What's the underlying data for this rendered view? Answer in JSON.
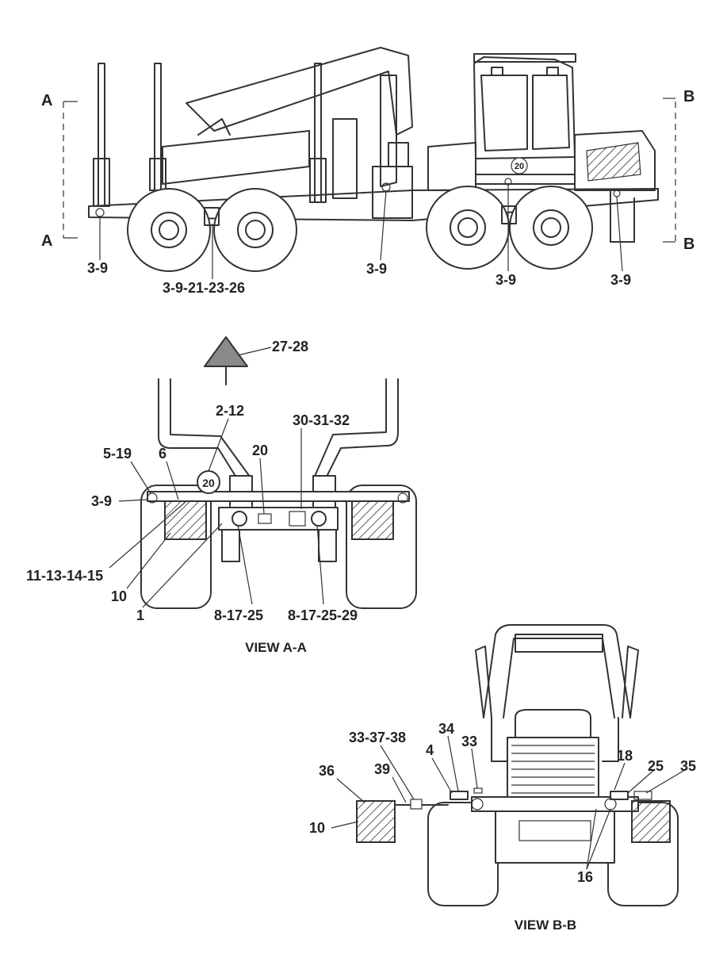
{
  "section_markers": {
    "a": "A",
    "b": "B"
  },
  "top_view": {
    "callouts": [
      "3-9",
      "3-9-21-23-26",
      "3-9",
      "3-9",
      "3-9"
    ],
    "badge": "20"
  },
  "warning_sign": {
    "label": "27-28"
  },
  "view_a": {
    "title": "VIEW A-A",
    "badge": "20",
    "callouts": [
      "2-12",
      "30-31-32",
      "5-19",
      "6",
      "20",
      "3-9",
      "11-13-14-15",
      "10",
      "1",
      "8-17-25",
      "8-17-25-29"
    ]
  },
  "view_b": {
    "title": "VIEW B-B",
    "callouts": [
      "33-37-38",
      "34",
      "33",
      "4",
      "36",
      "39",
      "18",
      "25",
      "35",
      "10",
      "16"
    ]
  }
}
